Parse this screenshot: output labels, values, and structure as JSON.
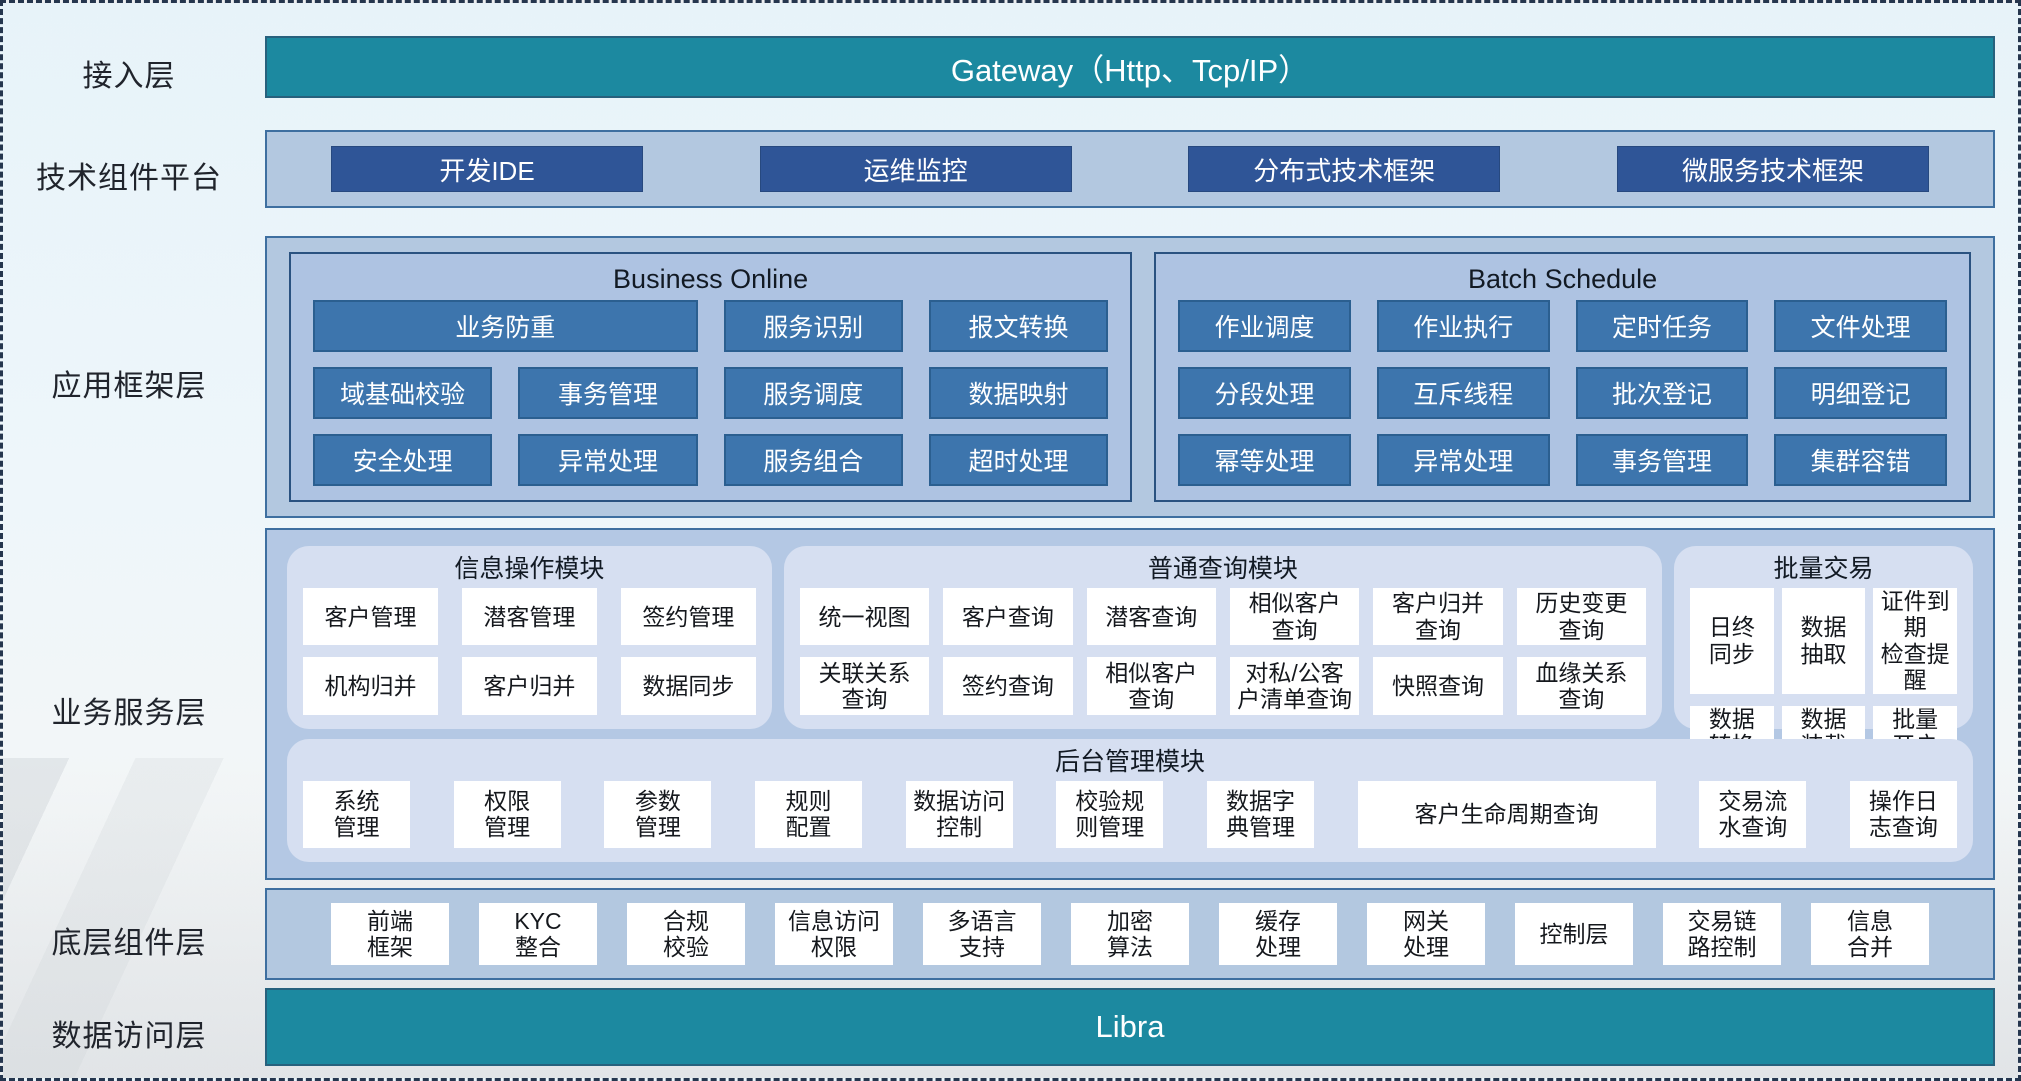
{
  "colors": {
    "teal_bar": "#1c89a0",
    "dark_blue_button": "#2f5597",
    "mid_blue_button": "#3d75ad",
    "layer_container": "#b3c8e0",
    "module_card": "#d6dff1",
    "page_background": "#e7f3f9",
    "dashed_border": "#25364e"
  },
  "layers": {
    "access": {
      "label": "接入层",
      "bar": "Gateway（Http、Tcp/IP）"
    },
    "tech": {
      "label": "技术组件平台",
      "items": [
        "开发IDE",
        "运维监控",
        "分布式技术框架",
        "微服务技术框架"
      ]
    },
    "app": {
      "label": "应用框架层",
      "business_online": {
        "title": "Business Online",
        "items": [
          {
            "label": "业务防重",
            "span": 2
          },
          "服务识别",
          "报文转换",
          "域基础校验",
          "事务管理",
          "服务调度",
          "数据映射",
          "安全处理",
          "异常处理",
          "服务组合",
          "超时处理"
        ]
      },
      "batch_schedule": {
        "title": "Batch Schedule",
        "items": [
          "作业调度",
          "作业执行",
          "定时任务",
          "文件处理",
          "分段处理",
          "互斥线程",
          "批次登记",
          "明细登记",
          "幂等处理",
          "异常处理",
          "事务管理",
          "集群容错"
        ]
      }
    },
    "biz": {
      "label": "业务服务层",
      "info_module": {
        "title": "信息操作模块",
        "items": [
          "客户管理",
          "潜客管理",
          "签约管理",
          "机构归并",
          "客户归并",
          "数据同步"
        ]
      },
      "query_module": {
        "title": "普通查询模块",
        "items": [
          "统一视图",
          "客户查询",
          "潜客查询",
          "相似客户\n查询",
          "客户归并\n查询",
          "历史变更\n查询",
          "关联关系\n查询",
          "签约查询",
          "相似客户\n查询",
          "对私/公客\n户清单查询",
          "快照查询",
          "血缘关系\n查询"
        ]
      },
      "batch_module": {
        "title": "批量交易",
        "items": [
          "日终\n同步",
          "数据\n抽取",
          "证件到期\n检查提醒",
          "数据\n转换",
          "数据\n装载",
          "批量\n开户"
        ]
      },
      "admin_module": {
        "title": "后台管理模块",
        "items": [
          "系统\n管理",
          "权限\n管理",
          "参数\n管理",
          "规则\n配置",
          "数据访问\n控制",
          "校验规\n则管理",
          "数据字\n典管理",
          {
            "label": "客户生命周期查询",
            "wide": true
          },
          "交易流\n水查询",
          "操作日\n志查询"
        ]
      }
    },
    "base": {
      "label": "底层组件层",
      "items": [
        "前端\n框架",
        "KYC\n整合",
        "合规\n校验",
        "信息访问\n权限",
        "多语言\n支持",
        "加密\n算法",
        "缓存\n处理",
        "网关\n处理",
        "控制层",
        "交易链\n路控制",
        "信息\n合并"
      ]
    },
    "data_access": {
      "label": "数据访问层",
      "bar": "Libra"
    }
  }
}
